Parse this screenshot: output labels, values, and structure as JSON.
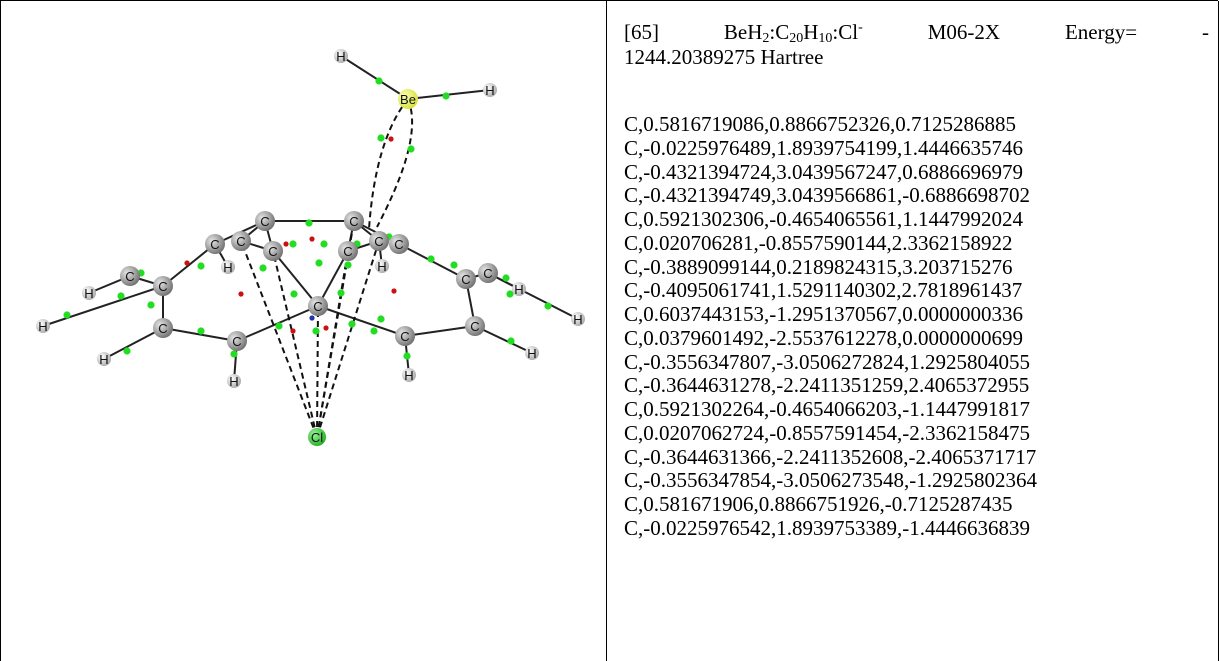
{
  "entry": {
    "index": "[65]",
    "formula_parts": [
      "BeH",
      "2",
      ":C",
      "20",
      "H",
      "10",
      ":Cl",
      "-"
    ],
    "method": "M06-2X",
    "energy_label": "Energy=",
    "energy_sign": "-",
    "energy_value": "1244.20389275 Hartree"
  },
  "coordinates": [
    "C,0.5816719086,0.8866752326,0.7125286885",
    "C,-0.0225976489,1.8939754199,1.4446635746",
    "C,-0.4321394724,3.0439567247,0.6886696979",
    "C,-0.4321394749,3.0439566861,-0.6886698702",
    "C,0.5921302306,-0.4654065561,1.1447992024",
    "C,0.020706281,-0.8557590144,2.3362158922",
    "C,-0.3889099144,0.2189824315,3.203715276",
    "C,-0.4095061741,1.5291140302,2.7818961437",
    "C,0.6037443153,-1.2951370567,0.0000000336",
    "C,0.0379601492,-2.5537612278,0.0000000699",
    "C,-0.3556347807,-3.0506272824,1.2925804055",
    "C,-0.3644631278,-2.2411351259,2.4065372955",
    "C,0.5921302264,-0.4654066203,-1.1447991817",
    "C,0.0207062724,-0.8557591454,-2.3362158475",
    "C,-0.3644631366,-2.2411352608,-2.4065371717",
    "C,-0.3556347854,-3.0506273548,-1.2925802364",
    "C,0.581671906,0.8866751926,-0.7125287435",
    "C,-0.0225976542,1.8939753389,-1.4446636839"
  ],
  "molecule": {
    "atom_labels": {
      "carbon": "C",
      "hydrogen": "H",
      "beryllium": "Be",
      "chlorine": "Cl"
    },
    "colors": {
      "carbon": "#6f6f6f",
      "hydrogen": "#d8d8d8",
      "beryllium": "#d6e03a",
      "chlorine": "#22b022",
      "bond_critical_point": "#22dd22",
      "ring_critical_point": "#cc1111",
      "cage_critical_point": "#2233aa"
    }
  }
}
